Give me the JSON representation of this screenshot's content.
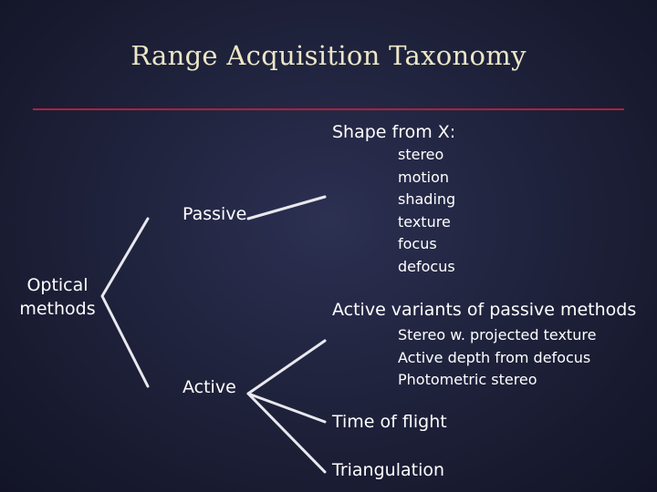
{
  "title": "Range Acquisition Taxonomy",
  "root": {
    "line1": "Optical",
    "line2": "methods"
  },
  "passive": {
    "label": "Passive",
    "heading": "Shape from X:",
    "items": [
      "stereo",
      "motion",
      "shading",
      "texture",
      "focus",
      "defocus"
    ]
  },
  "active": {
    "label": "Active",
    "variants_heading": "Active variants of passive methods",
    "variants": [
      "Stereo w. projected texture",
      "Active depth from defocus",
      "Photometric stereo"
    ],
    "time_of_flight": "Time of flight",
    "triangulation": "Triangulation"
  },
  "colors": {
    "background": "#1d2038",
    "title": "#ece6c6",
    "rule": "#b1203a",
    "text": "#ffffff"
  }
}
